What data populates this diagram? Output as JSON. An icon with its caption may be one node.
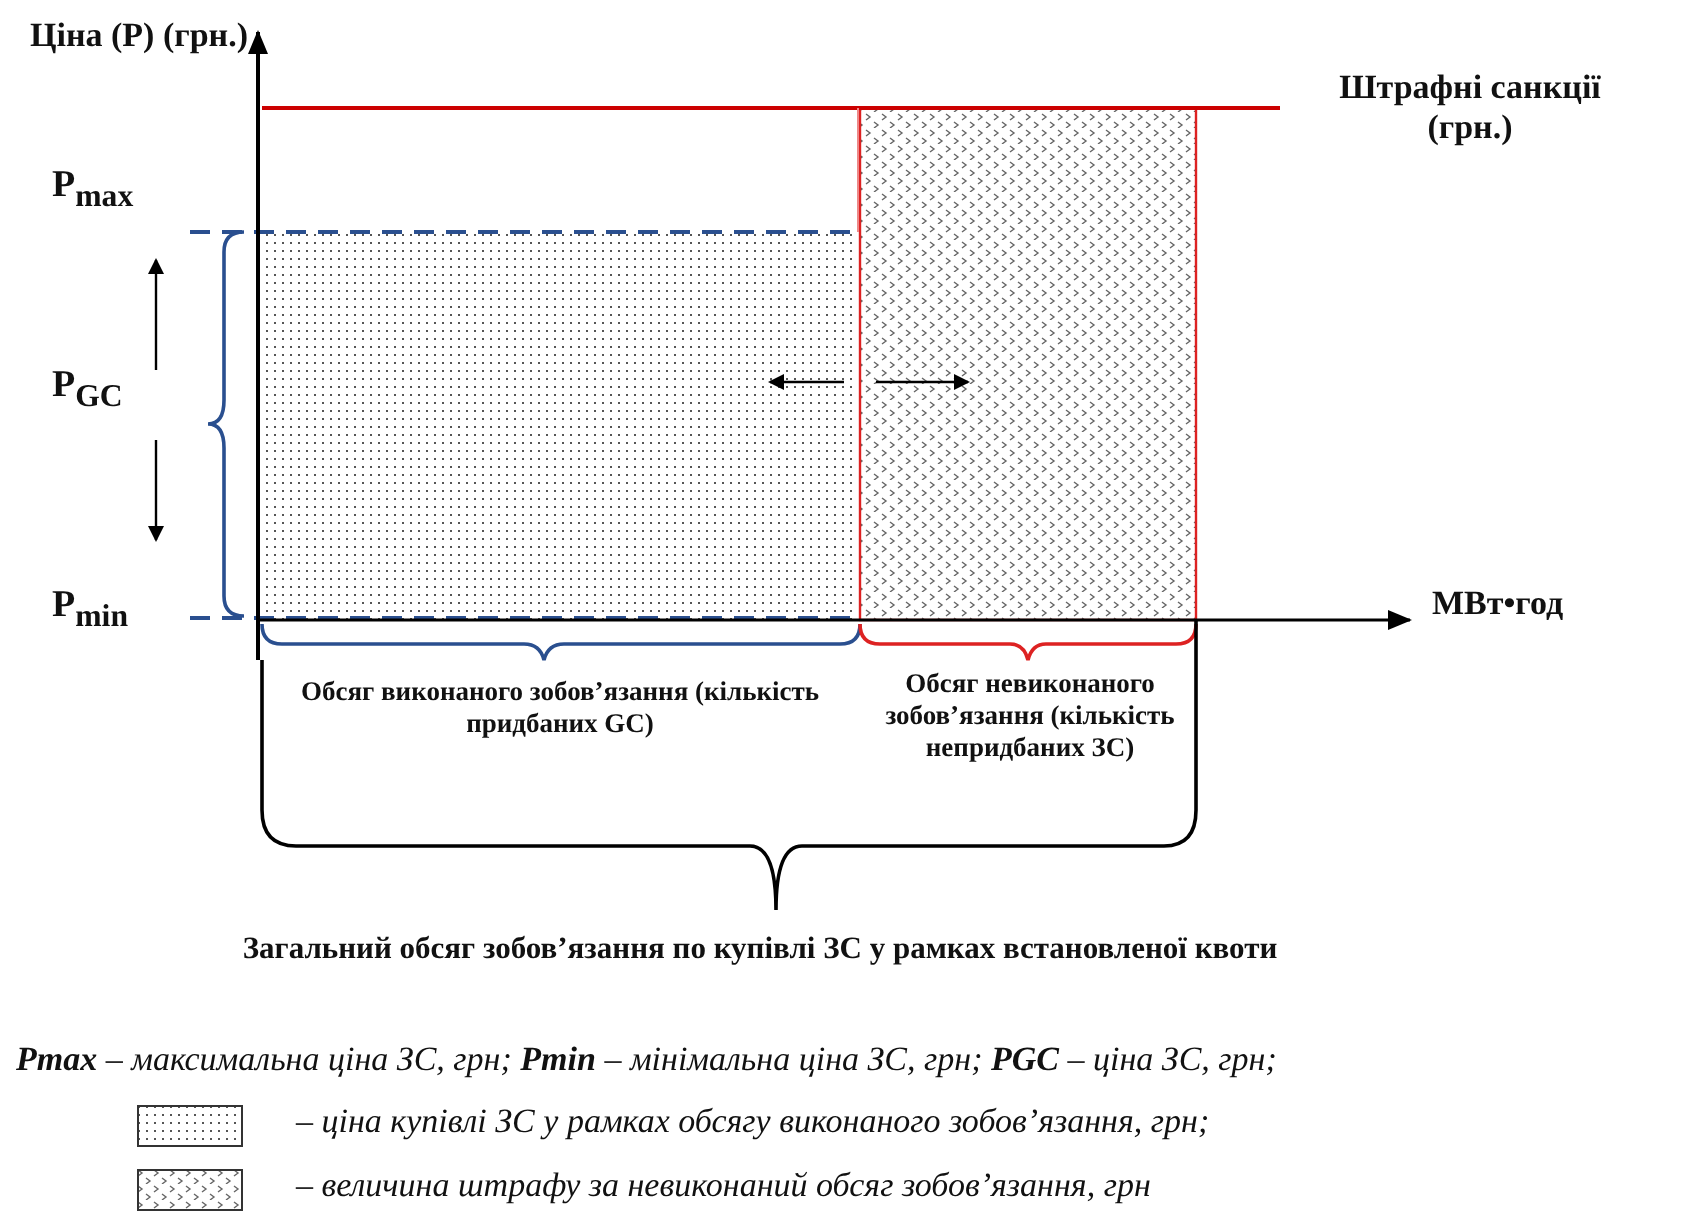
{
  "diagram": {
    "labels": [
      "Ціна (Р) (грн.)",
      "Штрафні санкції (грн.)",
      "P$_{max}$",
      "P$_{GC}$",
      "P$_{min}$",
      "МВт•год",
      "Обсяг виконаного зобов’язання (кількість придбаних GC)",
      "Обсяг невиконаного зобов’язання (кількість непридбаних ЗС)",
      "Загальний обсяг зобов’язання по купівлі ЗС у рамках встановленої квоти",
      "**Pmax** – максимальна ціна ЗС, грн;  **Pmin** – мінімальна ціна ЗС, грн;  **PGC** – ціна ЗС, грн;"
    ],
    "legend": [
      {
        "text": "– ціна купівлі ЗС у рамках обсягу виконаного зобов’язання, грн;"
      },
      {
        "text": "– величина штрафу за невиконаний обсяг зобов’язання, грн"
      }
    ]
  }
}
